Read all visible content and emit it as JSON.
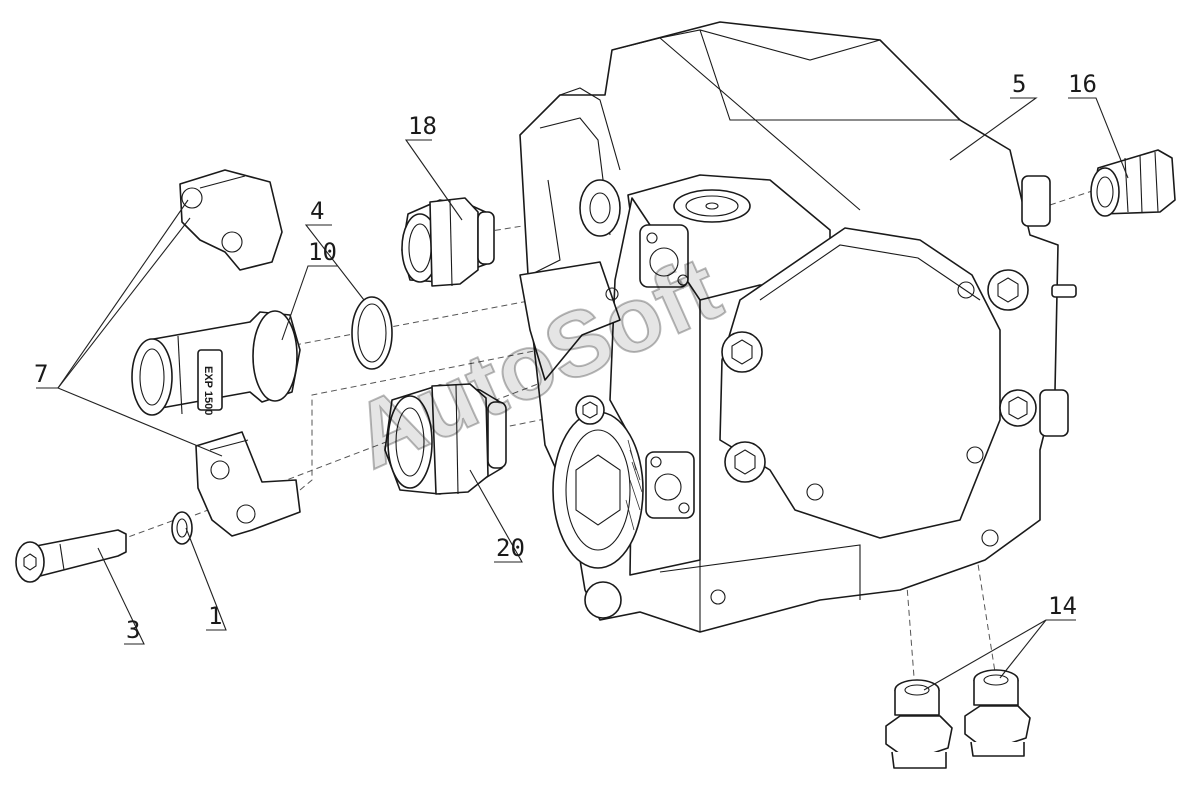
{
  "callouts": [
    {
      "id": "c1",
      "label": "1"
    },
    {
      "id": "c3",
      "label": "3"
    },
    {
      "id": "c4",
      "label": "4"
    },
    {
      "id": "c5",
      "label": "5"
    },
    {
      "id": "c7",
      "label": "7"
    },
    {
      "id": "c10",
      "label": "10"
    },
    {
      "id": "c14",
      "label": "14"
    },
    {
      "id": "c16",
      "label": "16"
    },
    {
      "id": "c18",
      "label": "18"
    },
    {
      "id": "c20",
      "label": "20"
    }
  ],
  "watermark": "AutoSoft",
  "part_marking": "EXP 1500",
  "colors": {
    "line": "#1a1a1a",
    "background": "#ffffff",
    "watermark": "#b0b0b0"
  }
}
